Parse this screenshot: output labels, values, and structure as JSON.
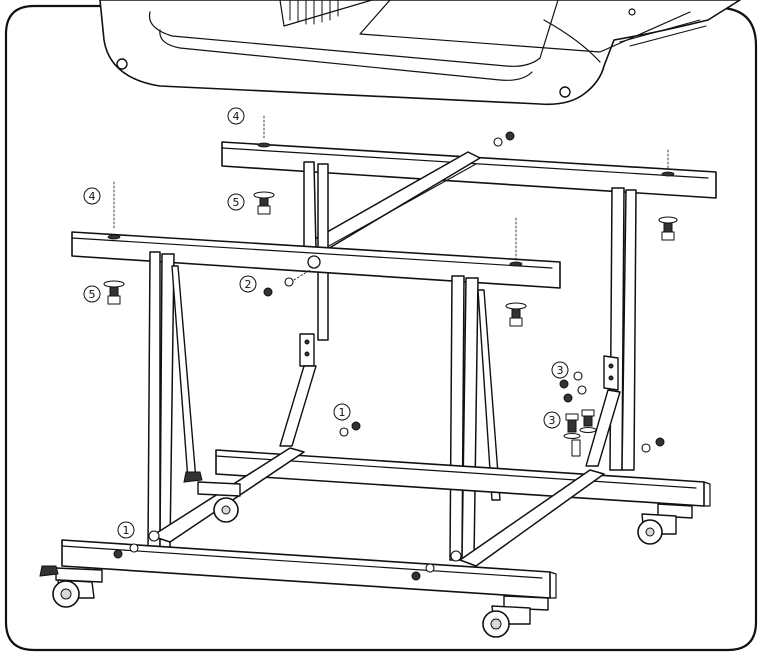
{
  "callouts": [
    {
      "id": "c4a",
      "label": "4"
    },
    {
      "id": "c4b",
      "label": "4"
    },
    {
      "id": "c5a",
      "label": "5"
    },
    {
      "id": "c5b",
      "label": "5"
    },
    {
      "id": "c2",
      "label": "2"
    },
    {
      "id": "c1a",
      "label": "1"
    },
    {
      "id": "c1b",
      "label": "1"
    },
    {
      "id": "c3a",
      "label": "3"
    },
    {
      "id": "c3b",
      "label": "3"
    }
  ],
  "colors": {
    "line": "#111111",
    "background": "#ffffff",
    "shade": "#d8d8d8"
  }
}
